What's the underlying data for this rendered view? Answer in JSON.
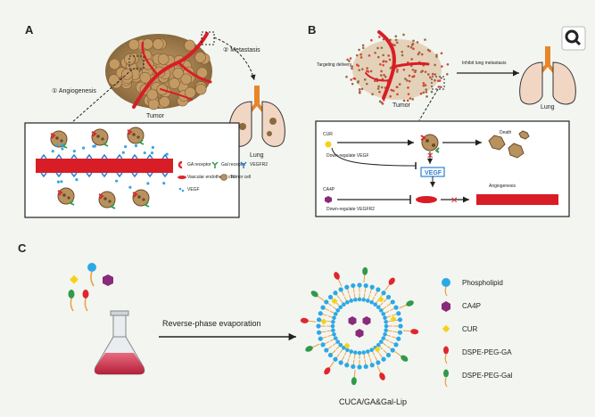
{
  "panels": {
    "a": {
      "label": "A",
      "angiogenesis": "① Angiogenesis",
      "metastasis": "② Metastasis",
      "tumor": "Tumor",
      "lung": "Lung",
      "legend": [
        {
          "icon": "ga-receptor-icon",
          "text": "GA receptor",
          "color": "#e0262d"
        },
        {
          "icon": "gal-receptor-icon",
          "text": "Gal receptor",
          "color": "#2f9a4a"
        },
        {
          "icon": "vegfr2-icon",
          "text": "VEGFR2",
          "color": "#2d7fd1"
        },
        {
          "icon": "vascular-cell-icon",
          "text": "Vascular endothelial cell",
          "color": "#e0262d"
        },
        {
          "icon": "tumor-cell-icon",
          "text": "Tumor cell",
          "color": "#b8925e"
        },
        {
          "icon": "vegf-icon",
          "text": "VEGF",
          "color": "#3aa7e0"
        }
      ]
    },
    "b": {
      "label": "B",
      "targeting": "Targeting delivery",
      "inhibit": "Inhibit lung metastasis",
      "tumor": "Tumor",
      "lung": "Lung",
      "cur": "CUR",
      "ca4p": "CA4P",
      "down_vegf": "Down-regulate VEGF",
      "down_vegfr2": "Down-regulate VEGFR2",
      "vegf_box": "VEGF",
      "death": "Death",
      "angiogenesis": "Angiogenesis"
    },
    "c": {
      "label": "C",
      "arrow_text": "Reverse-phase evaporation",
      "caption": "CUCA/GA&Gal-Lip",
      "legend": [
        {
          "icon": "phospholipid-icon",
          "text": "Phospholipid",
          "color": "#2aa9e6"
        },
        {
          "icon": "ca4p-icon",
          "text": "CA4P",
          "color": "#8a2a7a"
        },
        {
          "icon": "cur-icon",
          "text": "CUR",
          "color": "#f5d21a"
        },
        {
          "icon": "dspe-peg-ga-icon",
          "text": "DSPE-PEG-GA",
          "color": "#e0262d"
        },
        {
          "icon": "dspe-peg-gal-icon",
          "text": "DSPE-PEG-Gal",
          "color": "#2f9a4a"
        }
      ]
    }
  }
}
